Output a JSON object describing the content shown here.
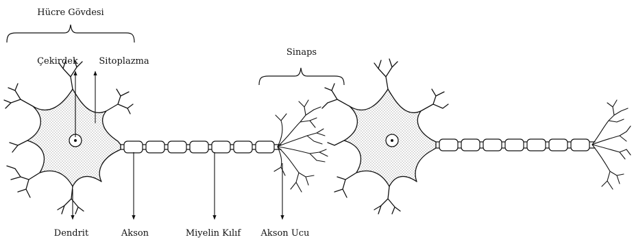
{
  "labels": {
    "cell_body": "Hücre Gövdesi",
    "nucleus": "Çekirdek",
    "cytoplasm": "Sitoplazma",
    "synapse": "Sinaps",
    "dendrite": "Dendrit",
    "axon": "Akson",
    "myelin_sheath": "Miyelin Kılıf",
    "axon_terminal": "Akson Ucu"
  }
}
